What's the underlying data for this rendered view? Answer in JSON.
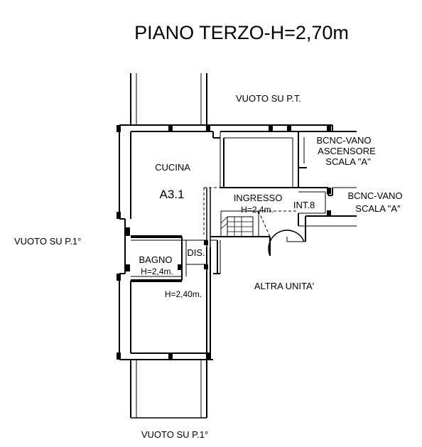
{
  "plan": {
    "title": "PIANO TERZO-H=2,70m",
    "labels": {
      "vuoto_pt": "VUOTO SU P.T.",
      "vuoto_p1_left": "VUOTO SU P.1°",
      "vuoto_p1_bottom": "VUOTO SU P.1°",
      "bcnc_ascensore_line1": "BCNC-VANO",
      "bcnc_ascensore_line2": "ASCENSORE",
      "bcnc_ascensore_line3": "SCALA \"A\"",
      "bcnc_scala_line1": "BCNC-VANO",
      "bcnc_scala_line2": "SCALA \"A\"",
      "cucina": "CUCINA",
      "unit_code": "A3.1",
      "ingresso": "INGRESSO",
      "ingresso_h": "H=2,4m.",
      "int": "INT.8",
      "dis": "DIS.",
      "bagno": "BAGNO",
      "bagno_h": "H=2,4m.",
      "room_h": "H=2,40m.",
      "altra_unita": "ALTRA UNITA'"
    }
  }
}
